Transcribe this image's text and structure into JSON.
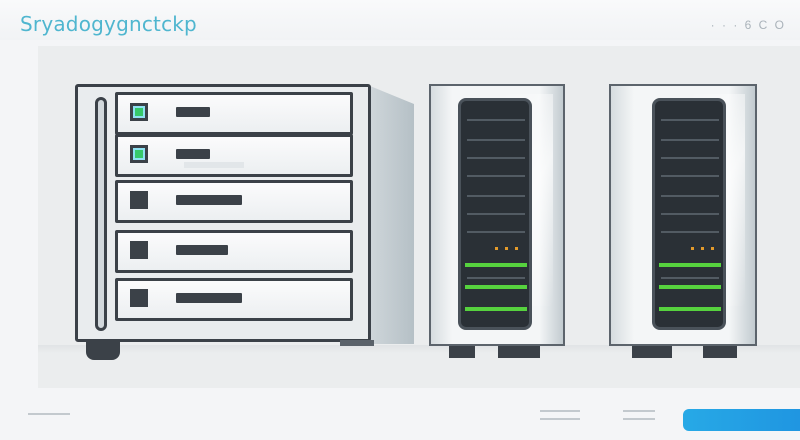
{
  "app": {
    "title": "Sryadogygnctckp",
    "header_right_text": "· · · 6 C O"
  },
  "storage_cabinet": {
    "drives": [
      {
        "led_active": true
      },
      {
        "led_active": true
      },
      {
        "led_active": false
      },
      {
        "led_active": false
      },
      {
        "led_active": false
      }
    ]
  },
  "towers": [
    {
      "name": "tower-server-left"
    },
    {
      "name": "tower-server-right"
    }
  ],
  "colors": {
    "accent": "#1e92e0",
    "title": "#4fb6cf",
    "led_green": "#36c96a",
    "frame_dark": "#3b4148"
  },
  "icons": [
    "menu-icon",
    "primary-button"
  ]
}
